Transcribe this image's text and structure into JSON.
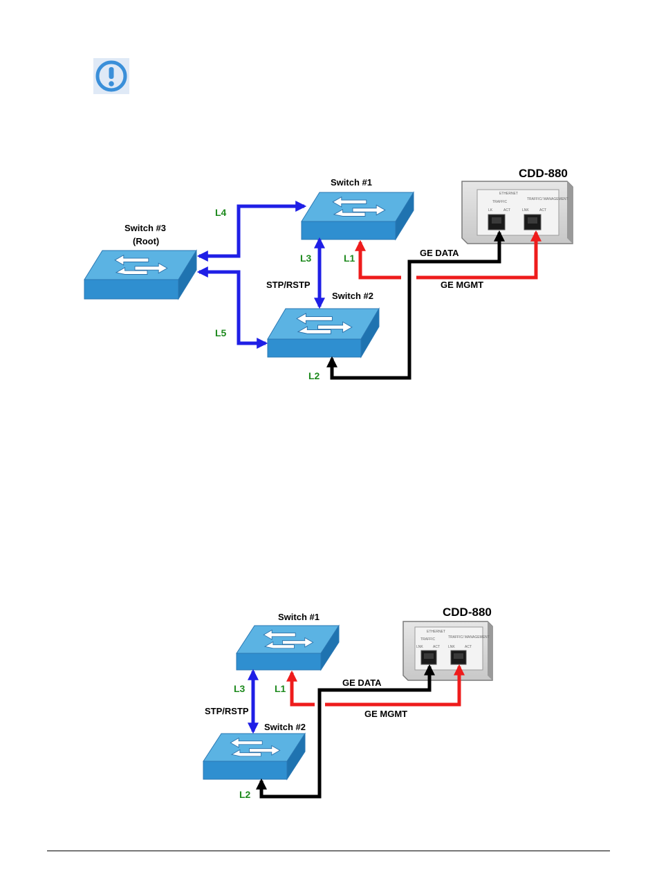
{
  "caution_icon": {
    "name": "caution-icon",
    "color": "#3a8fd9"
  },
  "colors": {
    "stp_link": "#1f1fe6",
    "mgmt_link": "#ee1c1c",
    "data_link": "#000000",
    "link_label": "#1e8a1e",
    "switch_top": "#5bb3e3",
    "switch_front": "#2f8fd0"
  },
  "diagram1": {
    "device_title": "CDD-880",
    "panel": {
      "group": "ETHERNET",
      "traffic": "TRAFFIC",
      "mgmt": "TRAFFIC/ MANAGEMENT",
      "lnk": "LNK",
      "act": "ACT",
      "lk": "LK"
    },
    "switch1": "Switch #1",
    "switch2": "Switch #2",
    "switch3": "Switch #3",
    "switch3_root": "(Root)",
    "protocol": "STP/RSTP",
    "ge_data": "GE DATA",
    "ge_mgmt": "GE MGMT",
    "links": {
      "l1": "L1",
      "l2": "L2",
      "l3": "L3",
      "l4": "L4",
      "l5": "L5"
    }
  },
  "diagram2": {
    "device_title": "CDD-880",
    "panel": {
      "group": "ETHERNET",
      "traffic": "TRAFFIC",
      "mgmt": "TRAFFIC/ MANAGEMENT",
      "lnk": "LNK",
      "act": "ACT"
    },
    "switch1": "Switch #1",
    "switch2": "Switch #2",
    "protocol": "STP/RSTP",
    "ge_data": "GE DATA",
    "ge_mgmt": "GE MGMT",
    "links": {
      "l1": "L1",
      "l2": "L2",
      "l3": "L3"
    }
  }
}
